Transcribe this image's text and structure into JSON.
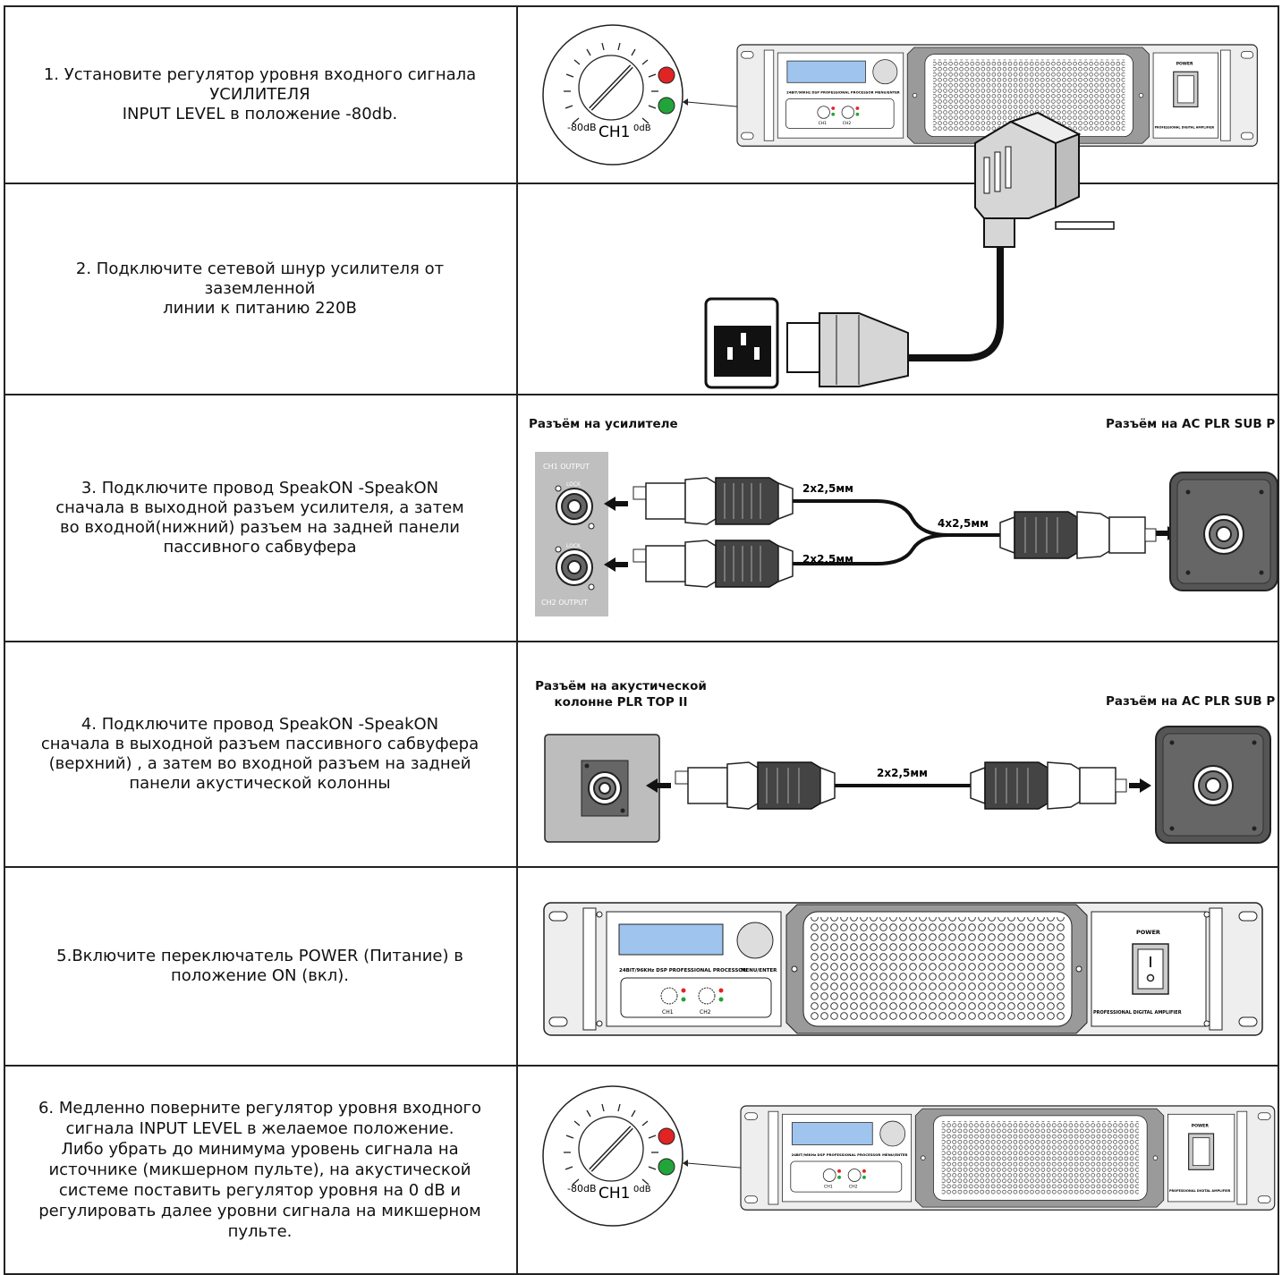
{
  "steps": [
    {
      "text": "1. Установите регулятор уровня входного сигнала\nУСИЛИТЕЛЯ\nINPUT LEVEL в положение -80db."
    },
    {
      "text": "2. Подключите сетевой шнур усилителя от\nзаземленной\nлинии к питанию 220В"
    },
    {
      "text": "3. Подключите провод SpeakON -SpeakON\nсначала в выходной разъем усилителя, а затем\nво входной(нижний) разъем на задней панели\nпассивного сабвуфера"
    },
    {
      "text": "4. Подключите провод SpeakON -SpeakON\nсначала в выходной разъем пассивного сабвуфера\n(верхний) , а затем во входной разъем на задней\nпанели акустической колонны"
    },
    {
      "text": "5.Включите переключатель POWER (Питание) в\nположение ON (вкл)."
    },
    {
      "text": "6. Медленно поверните регулятор уровня входного\nсигнала INPUT LEVEL в желаемое положение.\nЛибо убрать до минимума уровень сигнала на\nисточнике (микшерном пульте), на акустической\nсистеме поставить регулятор уровня на 0 dB и\nрегулировать далее уровни сигнала на микшерном\nпульте."
    }
  ],
  "amp_labels": {
    "knob_min": "-80dB",
    "knob_channel": "CH1",
    "knob_max": "0dB",
    "power": "POWER",
    "brand": "PROFESSIONAL DIGITAL AMPLIFIER",
    "processor": "24BIT/96KHz DSP PROFESSIONAL PROCESSOR",
    "menu": "MENU/ENTER",
    "ch1": "CH1",
    "ch2": "CH2"
  },
  "row3": {
    "left_title": "Разъём на усилителе",
    "right_title": "Разъём на AC PLR SUB P",
    "ch1_output": "CH1 OUTPUT",
    "ch2_output": "CH2 OUTPUT",
    "lock": "LOCK",
    "cable_top": "2x2,5мм",
    "cable_bottom": "2x2,5мм",
    "cable_joined": "4x2,5мм"
  },
  "row4": {
    "left_title": "Разъём на акустической\nколонне PLR TOP II",
    "right_title": "Разъём на AC PLR SUB P",
    "cable": "2x2,5мм"
  }
}
